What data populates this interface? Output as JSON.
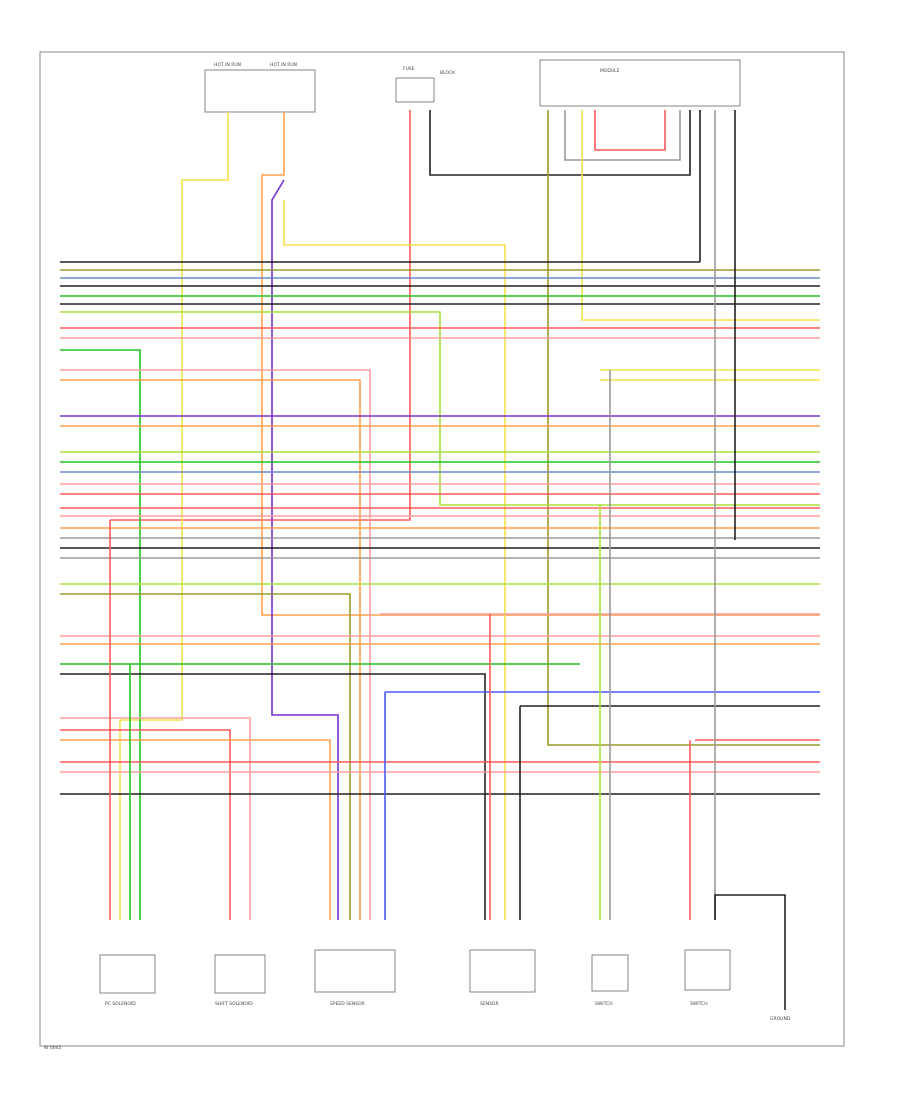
{
  "footer_code": "W 0045",
  "top_components": [
    "HOT IN RUN",
    "HOT IN RUN",
    "FUSE",
    "BLOCK",
    "MODULE"
  ],
  "bottom_components": [
    "PC SOLENOID",
    "SHIFT SOLENOID",
    "SPEED SENSOR",
    "SENSOR",
    "SWITCH",
    "SWITCH",
    "GROUND"
  ],
  "wire_colors": {
    "BLK": "#222222",
    "BLK/YEL": "#9a9a2a",
    "BLU/GRN": "#6a8acb",
    "GRN": "#22c322",
    "YEL/GRN": "#a8e03a",
    "RED": "#ff5a5a",
    "PNK": "#ff9d9d",
    "ORN": "#ffa04a",
    "YEL": "#f2e24a",
    "GRY": "#9a9a9a",
    "BRN": "#a0704a",
    "VIO": "#7a30d0",
    "BLU": "#4a5aff",
    "WHT": "#cccccc"
  }
}
